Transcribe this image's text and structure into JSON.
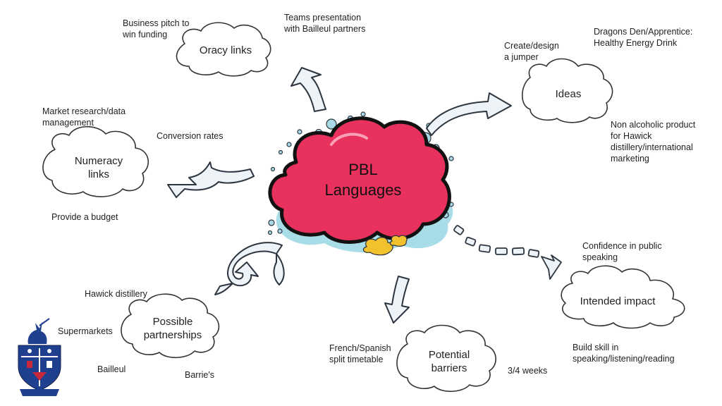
{
  "center": {
    "line1": "PBL",
    "line2": "Languages"
  },
  "oracy": {
    "title": "Oracy links",
    "notes": [
      "Business pitch to",
      "win funding",
      "Teams presentation",
      "with Bailleul partners"
    ]
  },
  "ideas": {
    "title": "Ideas",
    "notes": [
      "Create/design",
      "a jumper",
      "Dragons Den/Apprentice:",
      "Healthy Energy Drink",
      "Non alcoholic product",
      "for Hawick",
      "distillery/international",
      "marketing"
    ]
  },
  "numeracy": {
    "title_line1": "Numeracy",
    "title_line2": "links",
    "notes": [
      "Market research/data",
      "management",
      "Conversion rates",
      "Provide a budget"
    ]
  },
  "impact": {
    "title": "Intended impact",
    "notes": [
      "Confidence in public",
      "speaking",
      "Build skill in",
      "speaking/listening/reading"
    ]
  },
  "partnerships": {
    "title_line1": "Possible",
    "title_line2": "partnerships",
    "notes": [
      "Hawick distillery",
      "Supermarkets",
      "Bailleul",
      "Barrie's"
    ]
  },
  "barriers": {
    "title_line1": "Potential",
    "title_line2": "barriers",
    "notes": [
      "French/Spanish",
      "split timetable",
      "3/4 weeks"
    ]
  },
  "colors": {
    "center_cloud": "#e8315c",
    "center_shadow": "#a8dde8",
    "small_cloud": "#f2c12e",
    "bubble": "#a9d9e6",
    "crest_blue": "#1f3f8f",
    "crest_red": "#c8283a"
  },
  "icons": [
    "school-crest-icon"
  ]
}
